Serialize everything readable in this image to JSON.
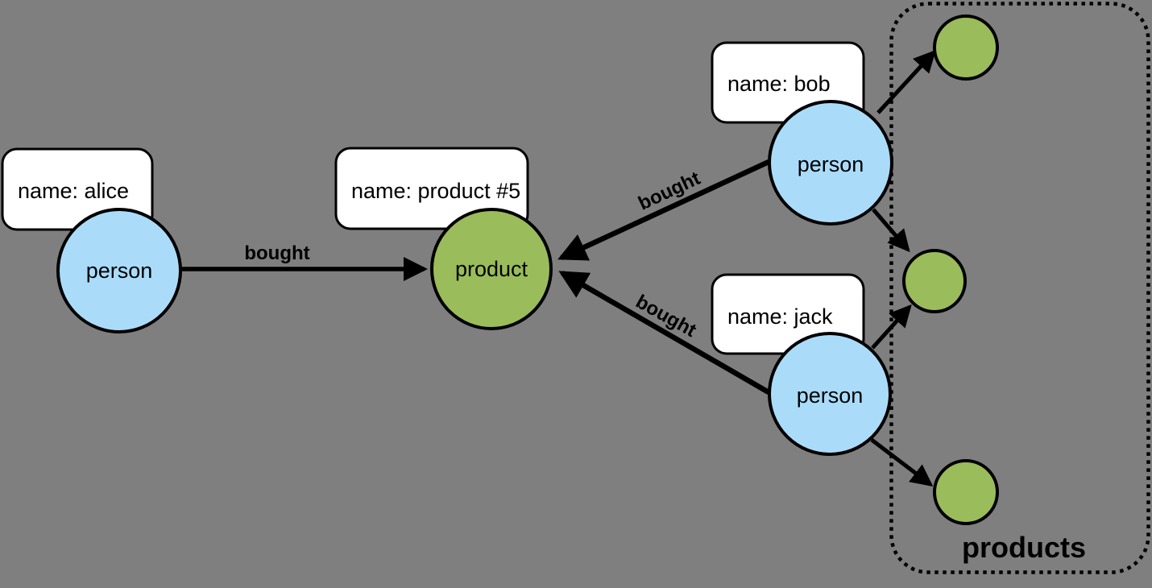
{
  "colors": {
    "background": "#7f7f7f",
    "person_fill": "#aadcfa",
    "product_fill": "#9abc5a",
    "label_box_fill": "#ffffff",
    "outline": "#000000"
  },
  "nodes": {
    "alice": {
      "type": "person",
      "label": "person",
      "property": "name: alice"
    },
    "bob": {
      "type": "person",
      "label": "person",
      "property": "name: bob"
    },
    "jack": {
      "type": "person",
      "label": "person",
      "property": "name: jack"
    },
    "product5": {
      "type": "product",
      "label": "product",
      "property": "name: product #5"
    }
  },
  "edges": {
    "alice_bought": {
      "from": "alice",
      "to": "product5",
      "label": "bought"
    },
    "bob_bought": {
      "from": "bob",
      "to": "product5",
      "label": "bought"
    },
    "jack_bought": {
      "from": "jack",
      "to": "product5",
      "label": "bought"
    },
    "bob_top": {
      "from": "bob",
      "to": "product_top"
    },
    "bob_middle": {
      "from": "bob",
      "to": "product_middle"
    },
    "jack_middle": {
      "from": "jack",
      "to": "product_middle"
    },
    "jack_bottom": {
      "from": "jack",
      "to": "product_bottom"
    }
  },
  "group": {
    "label": "products",
    "members": [
      "product_top",
      "product_middle",
      "product_bottom"
    ]
  }
}
